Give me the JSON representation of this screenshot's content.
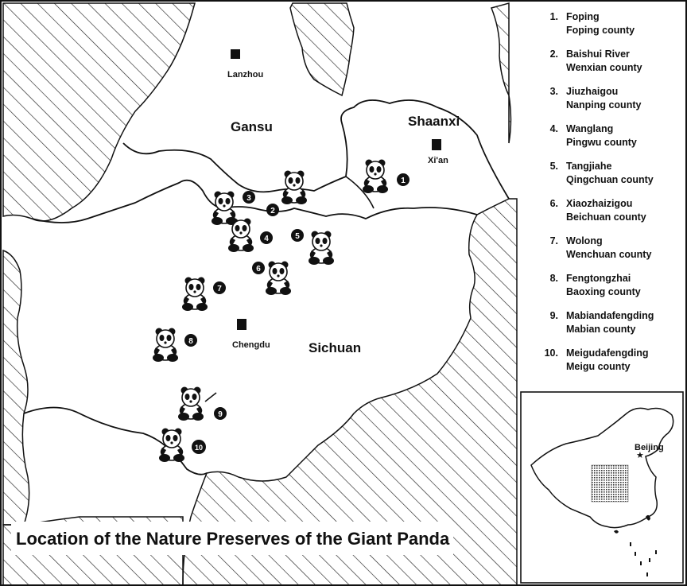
{
  "map": {
    "title": "Location of the Nature Preserves of the Giant Panda",
    "provinces": {
      "gansu": "Gansu",
      "shaanxi": "Shaanxi",
      "sichuan": "Sichuan"
    },
    "cities": {
      "lanzhou": "Lanzhou",
      "xian": "Xi'an",
      "chengdu": "Chengdu",
      "beijing": "Beijing"
    }
  },
  "markers": [
    "1",
    "2",
    "3",
    "4",
    "5",
    "6",
    "7",
    "8",
    "9",
    "10"
  ],
  "legend": [
    {
      "num": "1.",
      "name": "Foping",
      "county": "Foping county"
    },
    {
      "num": "2.",
      "name": "Baishui River",
      "county": "Wenxian county"
    },
    {
      "num": "3.",
      "name": "Jiuzhaigou",
      "county": "Nanping county"
    },
    {
      "num": "4.",
      "name": "Wanglang",
      "county": "Pingwu county"
    },
    {
      "num": "5.",
      "name": "Tangjiahe",
      "county": "Qingchuan county"
    },
    {
      "num": "6.",
      "name": "Xiaozhaizigou",
      "county": "Beichuan county"
    },
    {
      "num": "7.",
      "name": "Wolong",
      "county": "Wenchuan county"
    },
    {
      "num": "8.",
      "name": "Fengtongzhai",
      "county": "Baoxing county"
    },
    {
      "num": "9.",
      "name": "Mabiandafengding",
      "county": "Mabian county"
    },
    {
      "num": "10.",
      "name": "Meigudafengding",
      "county": "Meigu county"
    }
  ]
}
